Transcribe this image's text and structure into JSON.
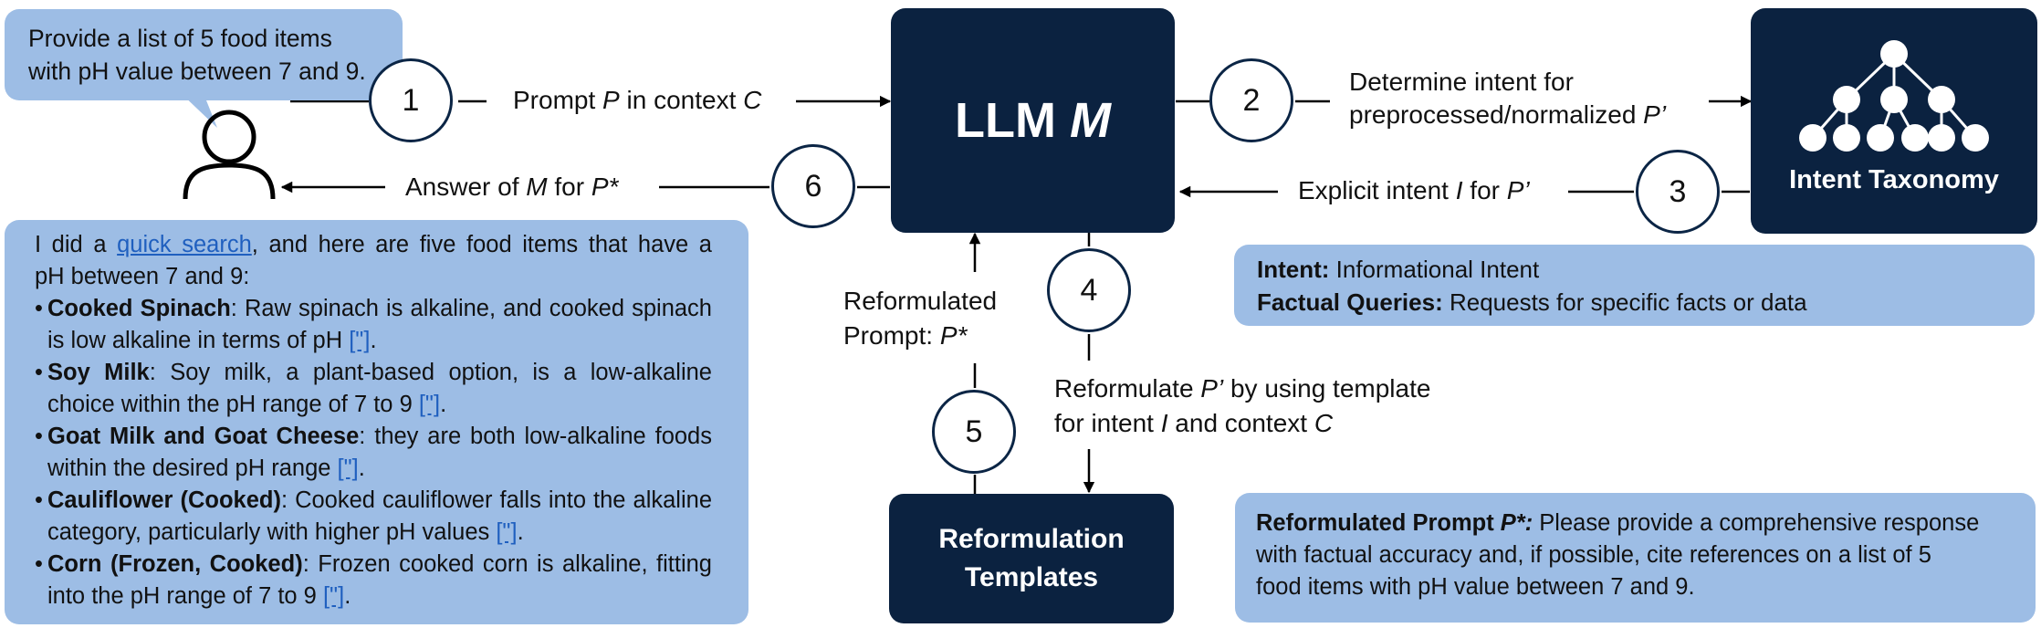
{
  "user_question": {
    "line1": "Provide a list of 5 food items",
    "line2": "with pH value between 7 and 9."
  },
  "steps": [
    "1",
    "2",
    "3",
    "4",
    "5",
    "6"
  ],
  "edges": {
    "prompt_prefix": "Prompt ",
    "prompt_p": "P",
    "prompt_mid": " in context ",
    "prompt_c": "C",
    "determine_line1": "Determine intent for",
    "determine_line2": "preprocessed/normalized ",
    "determine_p": "P’",
    "explicit_prefix": "Explicit intent ",
    "explicit_i": "I",
    "explicit_mid": " for ",
    "explicit_p": "P’",
    "answer_prefix": "Answer of ",
    "answer_m": "M",
    "answer_mid": " for ",
    "answer_p": "P*",
    "reformulated_line1": "Reformulated",
    "reformulated_line2": "Prompt: ",
    "reformulated_p": "P*",
    "reformulate_line1_prefix": "Reformulate ",
    "reformulate_p": "P’",
    "reformulate_line1_suffix": " by using template",
    "reformulate_line2_prefix": "for intent ",
    "reformulate_i": "I",
    "reformulate_line2_mid": " and context ",
    "reformulate_c": "C"
  },
  "llm": {
    "label": "LLM ",
    "var": "M"
  },
  "taxonomy": {
    "label": "Intent Taxonomy"
  },
  "templates": {
    "line1": "Reformulation",
    "line2": "Templates"
  },
  "intent_note": {
    "intent_label": "Intent:",
    "intent_value": " Informational Intent",
    "queries_label": "Factual Queries:",
    "queries_value": " Requests for specific facts or data"
  },
  "reformulated_note": {
    "label": "Reformulated Prompt ",
    "var": "P*:",
    "line1": " Please provide a comprehensive response",
    "line2": "with factual accuracy and, if possible, cite references on a list of 5",
    "line3": "food items with pH value between 7 and 9."
  },
  "answer": {
    "intro_prefix": "I did a ",
    "intro_link": "quick search",
    "intro_suffix": ", and here are five food items that have a",
    "intro_line2": "pH between 7 and 9:",
    "cite": "[\"]",
    "items": [
      {
        "name": "Cooked Spinach",
        "text": ": Raw spinach is alkaline, and cooked spinach is low alkaline in terms of pH "
      },
      {
        "name": "Soy Milk",
        "text": ": Soy milk, a plant-based option, is a low-alkaline choice within the pH range of 7 to 9 "
      },
      {
        "name": "Goat Milk and Goat Cheese",
        "text": ": they are both low-alkaline foods within the desired pH range  "
      },
      {
        "name": "Cauliflower (Cooked)",
        "text": ": Cooked cauliflower falls into the alkaline category, particularly with higher pH values  "
      },
      {
        "name": "Corn (Frozen, Cooked)",
        "text": ": Frozen cooked corn is alkaline, fitting into the pH range of 7 to 9  "
      }
    ]
  }
}
